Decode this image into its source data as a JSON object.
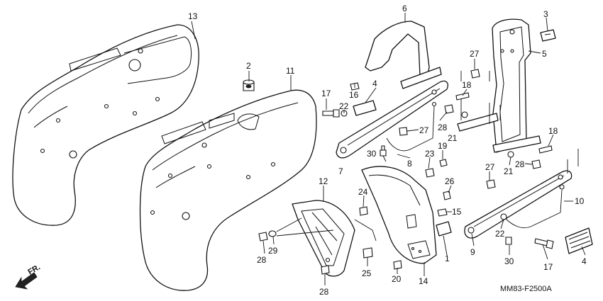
{
  "diagram": {
    "code": "MM83-F2500A",
    "direction_label": "FR.",
    "callouts": [
      "1",
      "2",
      "3",
      "4",
      "4",
      "5",
      "6",
      "7",
      "8",
      "9",
      "10",
      "11",
      "12",
      "13",
      "14",
      "15",
      "16",
      "17",
      "17",
      "18",
      "18",
      "19",
      "20",
      "21",
      "21",
      "22",
      "22",
      "23",
      "24",
      "25",
      "26",
      "27",
      "27",
      "27",
      "28",
      "28",
      "28",
      "28",
      "29",
      "30",
      "30"
    ]
  }
}
